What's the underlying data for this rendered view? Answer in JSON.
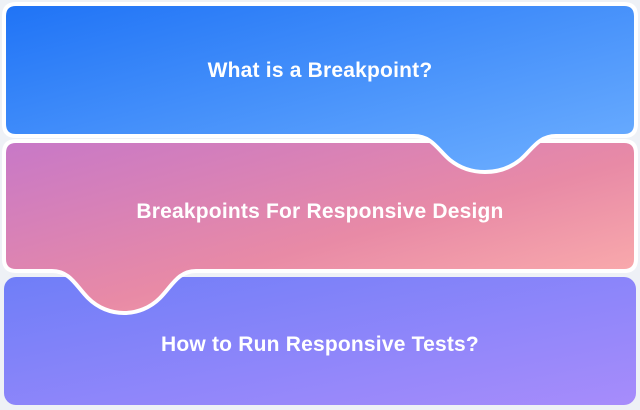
{
  "cards": [
    {
      "label": "What is a Breakpoint?",
      "gradient": [
        "#1f73f6",
        "#6fb0ff"
      ]
    },
    {
      "label": "Breakpoints For Responsive Design",
      "gradient": [
        "#c778c8",
        "#e88aa6",
        "#ffb5ae"
      ]
    },
    {
      "label": "How to Run Responsive Tests?",
      "gradient": [
        "#6f7ef8",
        "#a78cfb"
      ]
    }
  ],
  "colors": {
    "background": "#eef1f6",
    "text": "#ffffff"
  }
}
